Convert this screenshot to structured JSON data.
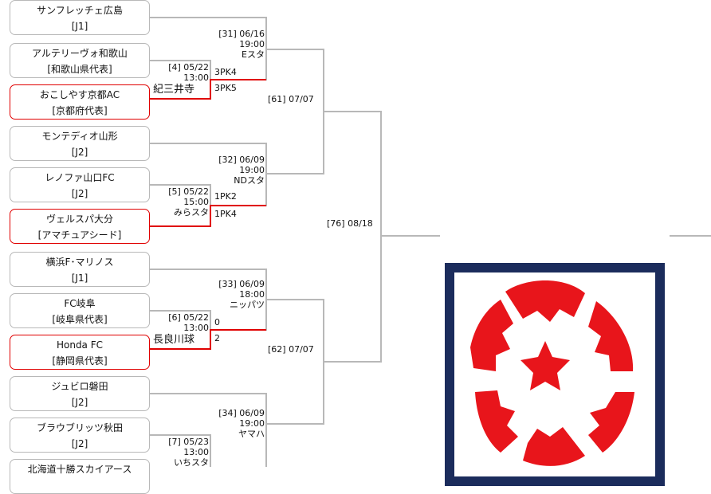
{
  "teams": [
    {
      "name": "サンフレッチェ広島",
      "sub": "[J1]",
      "winner": false
    },
    {
      "name": "アルテリーヴォ和歌山",
      "sub": "[和歌山県代表]",
      "winner": false
    },
    {
      "name": "おこしやす京都AC",
      "sub": "[京都府代表]",
      "winner": true
    },
    {
      "name": "モンテディオ山形",
      "sub": "[J2]",
      "winner": false
    },
    {
      "name": "レノファ山口FC",
      "sub": "[J2]",
      "winner": false
    },
    {
      "name": "ヴェルスパ大分",
      "sub": "[アマチュアシード]",
      "winner": true
    },
    {
      "name": "横浜F･マリノス",
      "sub": "[J1]",
      "winner": false
    },
    {
      "name": "FC岐阜",
      "sub": "[岐阜県代表]",
      "winner": false
    },
    {
      "name": "Honda FC",
      "sub": "[静岡県代表]",
      "winner": true
    },
    {
      "name": "ジュビロ磐田",
      "sub": "[J2]",
      "winner": false
    },
    {
      "name": "ブラウブリッツ秋田",
      "sub": "[J2]",
      "winner": false
    },
    {
      "name": "北海道十勝スカイアース",
      "sub": "",
      "winner": false
    }
  ],
  "round1": [
    {
      "match": "[4] 05/22",
      "time": "13:00",
      "venue": "紀三井寺",
      "score_top": "3PK4",
      "score_bottom": "3PK5"
    },
    {
      "match": "[5] 05/22",
      "time": "15:00",
      "venue": "みらスタ",
      "score_top": "1PK2",
      "score_bottom": "1PK4"
    },
    {
      "match": "[6] 05/22",
      "time": "13:00",
      "venue": "長良川球",
      "score_top": "0",
      "score_bottom": "2"
    },
    {
      "match": "[7] 05/23",
      "time": "13:00",
      "venue": "いちスタ"
    }
  ],
  "round2": [
    {
      "match": "[31] 06/16",
      "time": "19:00",
      "venue": "Eスタ"
    },
    {
      "match": "[32] 06/09",
      "time": "19:00",
      "venue": "NDスタ"
    },
    {
      "match": "[33] 06/09",
      "time": "18:00",
      "venue": "ニッパツ"
    },
    {
      "match": "[34] 06/09",
      "time": "19:00",
      "venue": "ヤマハ"
    }
  ],
  "round3": [
    {
      "match": "[61] 07/07"
    },
    {
      "match": "[62] 07/07"
    }
  ],
  "round4": {
    "match": "[76] 08/18"
  },
  "colors": {
    "winner_line": "#e00000",
    "line": "#b8b8b8",
    "logo_frame": "#1b2c5c",
    "logo_red": "#e8151b"
  },
  "logo": {
    "icon": "sakura-ball-emblem-icon"
  }
}
